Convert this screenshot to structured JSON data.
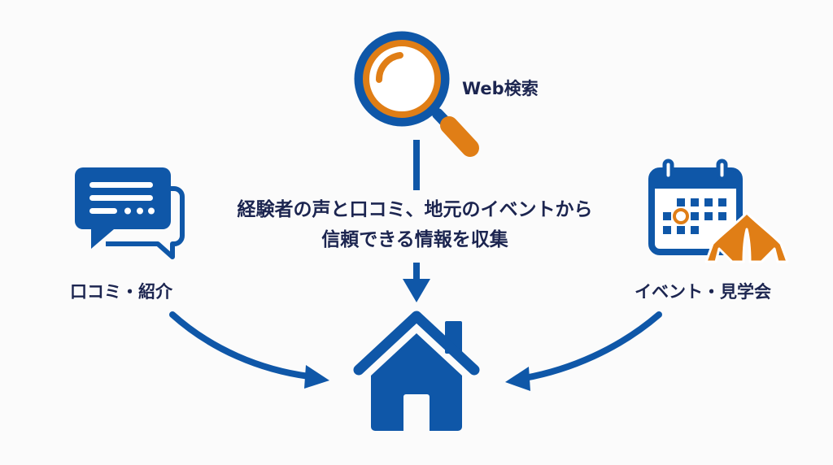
{
  "diagram": {
    "center_caption": {
      "line1": "経験者の声と口コミ、地元のイベントから",
      "line2": "信頼できる情報を収集"
    },
    "sources": [
      {
        "id": "web",
        "label": "Web検索",
        "icon": "magnifier-icon"
      },
      {
        "id": "kuchikomi",
        "label": "口コミ・紹介",
        "icon": "chat-bubbles-icon"
      },
      {
        "id": "event",
        "label": "イベント・見学会",
        "icon": "calendar-tent-icon"
      }
    ],
    "target": {
      "icon": "house-icon"
    },
    "colors": {
      "primary_blue": "#0f57a8",
      "accent_orange": "#e07e16",
      "text_navy": "#1c2550",
      "background": "#fbfbfb"
    }
  }
}
